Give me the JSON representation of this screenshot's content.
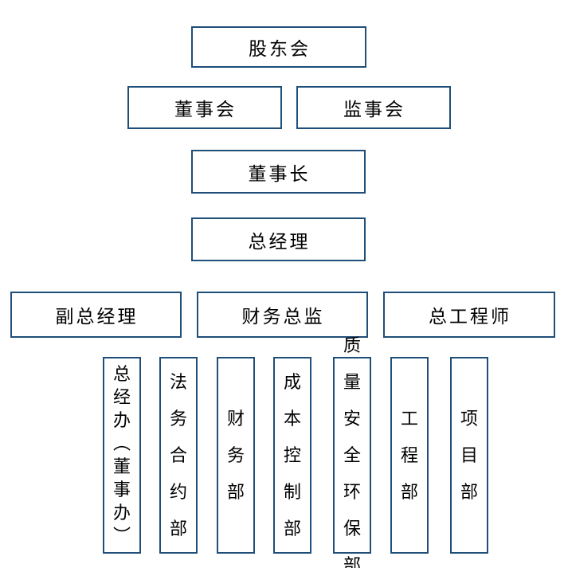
{
  "org_chart": {
    "colors": {
      "box_border": "#1F4E79",
      "background": "#FFFFFF",
      "text": "#000000"
    },
    "levels": {
      "shareholders": "股东会",
      "board_of_directors": "董事会",
      "supervisory_board": "监事会",
      "chairman": "董事长",
      "general_manager": "总经理",
      "deputy_general_manager": "副总经理",
      "finance_director": "财务总监",
      "chief_engineer": "总工程师"
    },
    "departments": [
      "总经办（董事办）",
      "法务合约部",
      "财务部",
      "成本控制部",
      "质量安全环保部",
      "工程部",
      "项目部"
    ]
  }
}
